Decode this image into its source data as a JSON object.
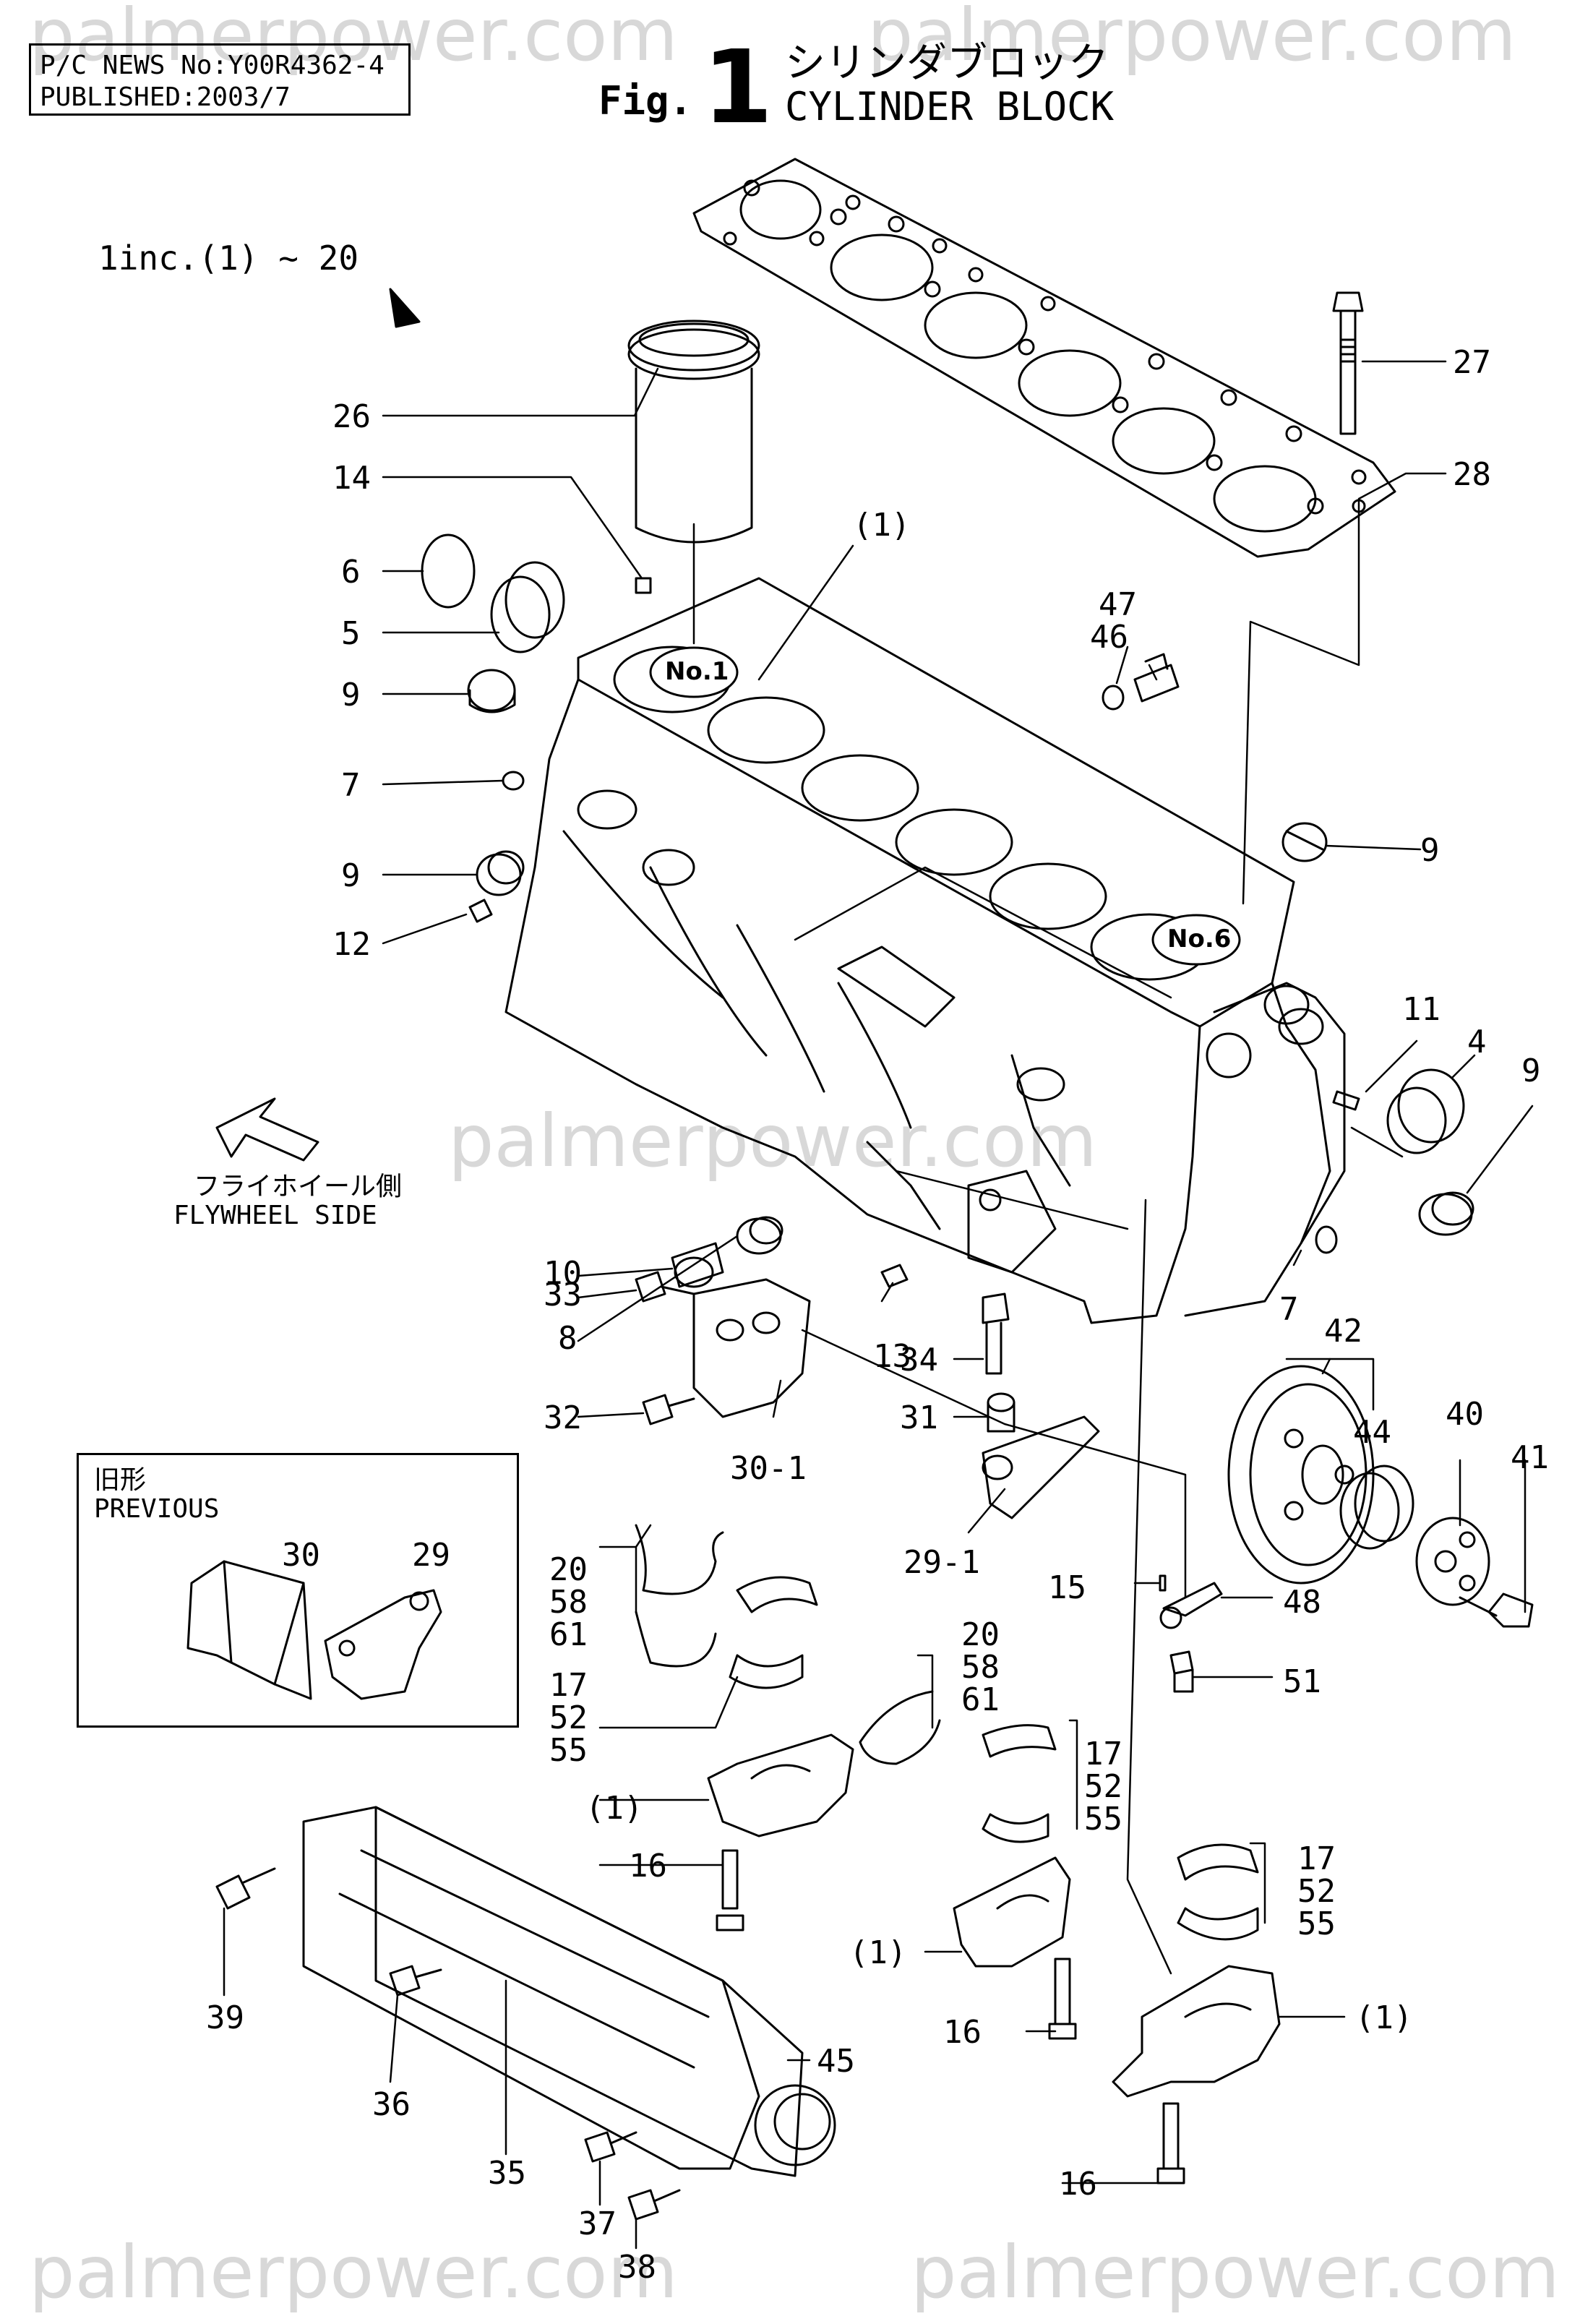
{
  "header": {
    "news_no": "P/C NEWS No:Y00R4362-4",
    "published": "PUBLISHED:2003/7",
    "fig_prefix": "Fig.",
    "fig_number": "1",
    "title_jp": "シリンダブロック",
    "title_en": "CYLINDER BLOCK"
  },
  "note": "1inc.(1) ~ 20",
  "flywheel": {
    "jp": "フライホイール側",
    "en": "FLYWHEEL SIDE"
  },
  "previous": {
    "jp": "旧形",
    "en": "PREVIOUS"
  },
  "cylinder_marks": [
    "No.1",
    "No.6"
  ],
  "watermark": "palmerpower.com",
  "callouts": [
    "26",
    "14",
    "6",
    "5",
    "9",
    "7",
    "9",
    "12",
    "(1)",
    "47",
    "46",
    "9",
    "27",
    "28",
    "11",
    "4",
    "9",
    "10",
    "8",
    "33",
    "32",
    "13",
    "34",
    "31",
    "30-1",
    "29-1",
    "7",
    "42",
    "40",
    "44",
    "41",
    "30",
    "29",
    "20",
    "58",
    "61",
    "17",
    "52",
    "55",
    "20",
    "58",
    "61",
    "17",
    "52",
    "55",
    "(1)",
    "15",
    "48",
    "51",
    "17",
    "52",
    "55",
    "16",
    "(1)",
    "16",
    "(1)",
    "16",
    "39",
    "36",
    "35",
    "37",
    "38",
    "45"
  ]
}
